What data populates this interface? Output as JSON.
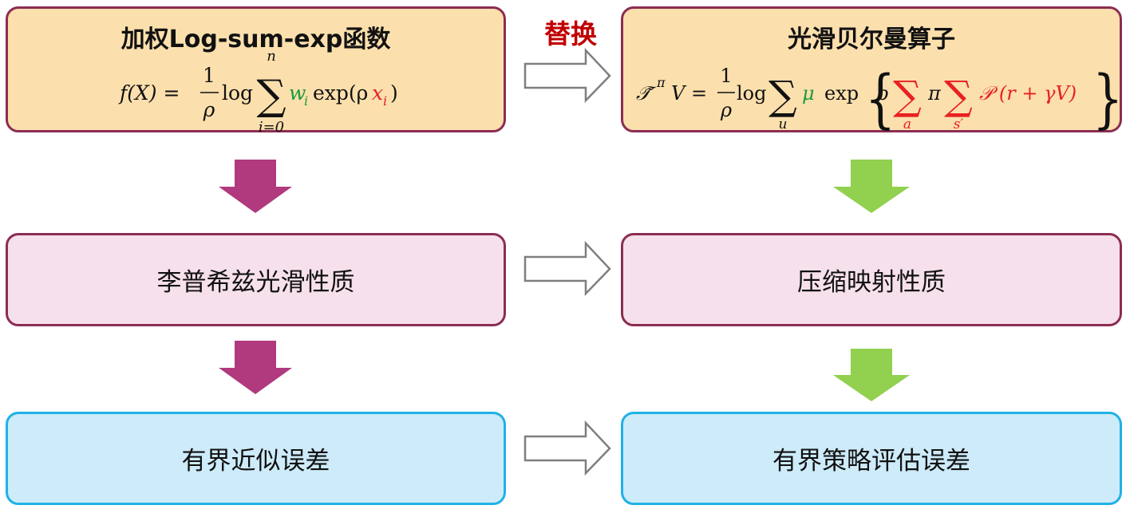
{
  "diagram": {
    "left_column": {
      "top": {
        "title": "加权Log-sum-exp函数",
        "formula": {
          "lhs": "f(X) = ",
          "frac_num": "1",
          "frac_den": "ρ",
          "log": "log",
          "sum_upper": "n",
          "sum_lower": "i=0",
          "weight": "w",
          "weight_sub": "i",
          "exp": "exp(ρ",
          "var": "x",
          "var_sub": "i",
          "close": ")"
        }
      },
      "middle": "李普希兹光滑性质",
      "bottom": "有界近似误差"
    },
    "right_column": {
      "top": {
        "title": "光滑贝尔曼算子",
        "formula": {
          "op": "𝒯̃",
          "op_sup": "π",
          "lhs_v": "V = ",
          "frac_num": "1",
          "frac_den": "ρ",
          "log": "log",
          "sum1_lower": "u",
          "mu": "μ",
          "exp": "exp",
          "rho": "ρ",
          "sum2_lower": "a",
          "pi": "π",
          "sum3_lower": "s′",
          "tail": "𝒫 (r + γV)"
        }
      },
      "middle": "压缩映射性质",
      "bottom": "有界策略评估误差"
    },
    "replace_label": "替换",
    "colors": {
      "top_fill": "#fbdfad",
      "top_border": "#8c2d53",
      "mid_fill": "#f6e0ec",
      "mid_border": "#8c2d53",
      "bot_fill": "#cdebf9",
      "bot_border": "#1fb1e6",
      "left_arrow": "#b03a7d",
      "right_arrow": "#92d050",
      "green": "#1a9b3a",
      "red": "#e82020",
      "replace_text": "#c00000"
    }
  }
}
